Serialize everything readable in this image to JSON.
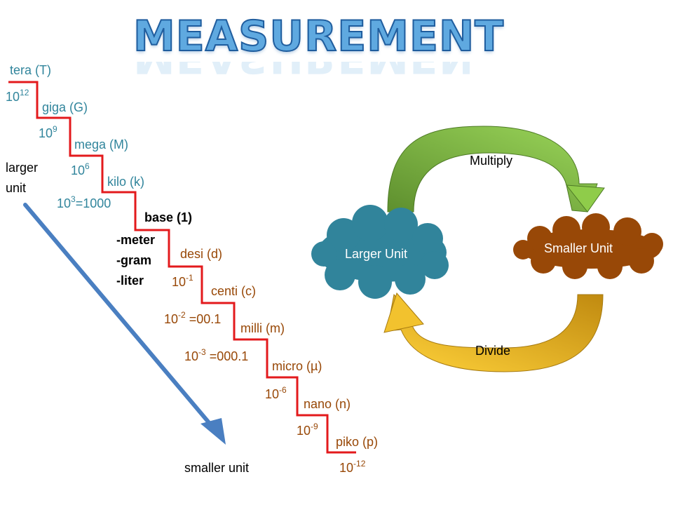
{
  "title": "MEASUREMENT",
  "prefixes": [
    {
      "name": "tera (T)"
    },
    {
      "name": "giga (G)"
    },
    {
      "name": "mega (M)"
    },
    {
      "name": "kilo (k)"
    },
    {
      "name": "desi (d)"
    },
    {
      "name": "centi (c)"
    },
    {
      "name": "milli (m)"
    },
    {
      "name": "micro (µ)"
    },
    {
      "name": "nano (n)"
    },
    {
      "name": "piko (p)"
    }
  ],
  "powers": [
    {
      "base": "10",
      "exp": "12",
      "suffix": ""
    },
    {
      "base": "10",
      "exp": "9",
      "suffix": ""
    },
    {
      "base": "10",
      "exp": "6",
      "suffix": ""
    },
    {
      "base": "10",
      "exp": "3",
      "suffix": "=1000"
    },
    {
      "base": "10",
      "exp": "-1",
      "suffix": ""
    },
    {
      "base": "10",
      "exp": "-2",
      "suffix": " =00.1"
    },
    {
      "base": "10",
      "exp": "-3",
      "suffix": " =000.1"
    },
    {
      "base": "10",
      "exp": "-6",
      "suffix": ""
    },
    {
      "base": "10",
      "exp": "-9",
      "suffix": ""
    },
    {
      "base": "10",
      "exp": "-12",
      "suffix": ""
    }
  ],
  "base": {
    "label": "base (1)",
    "units": [
      "-meter",
      "-gram",
      "-liter"
    ]
  },
  "direction": {
    "larger_line1": "larger",
    "larger_line2": "unit",
    "smaller": "smaller unit"
  },
  "cycle": {
    "larger_unit": "Larger Unit",
    "smaller_unit": "Smaller Unit",
    "multiply": "Multiply",
    "divide": "Divide"
  },
  "colors": {
    "stair_line": "#e31a1c",
    "blue_text": "#31859c",
    "brown_text": "#984807",
    "big_arrow": "#4a7fc1",
    "cloud_blue": "#31849b",
    "cloud_brown": "#984807",
    "arrow_green": "#77b843",
    "arrow_gold": "#e0a820"
  }
}
